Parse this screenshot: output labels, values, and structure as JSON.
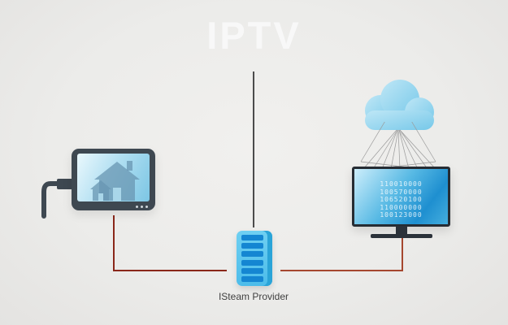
{
  "title": {
    "text": "IPTV"
  },
  "server": {
    "label": "ISteam Provider"
  },
  "monitor": {
    "lines": [
      "110010000",
      "100570000",
      "106520100",
      "110000000",
      "100123000"
    ]
  },
  "colors": {
    "background": "#ededed",
    "title_text": "#f8f8f8",
    "divider": "#4b4b4b",
    "device_frame": "#3e4851",
    "screen_blue": "#7cc6e4",
    "house_blue": "#6896b2",
    "server_body_blue": "#55c3ec",
    "server_slat_blue": "#1486d2",
    "cloud_blue": "#8fd3ef",
    "mesh_gray": "#9b9b9b",
    "line_red_left": "#8a271a",
    "line_red_right": "#a5472f"
  }
}
